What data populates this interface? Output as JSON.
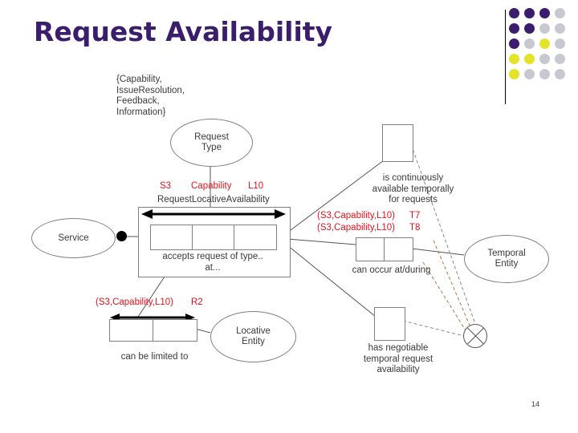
{
  "slide": {
    "title": "Request Availability",
    "page_number": "14",
    "accent_colors": {
      "title_purple": "#3b1d6e",
      "label_red": "#e1121c",
      "dot_yellow": "#e3e32a",
      "dot_purple": "#5b2a86",
      "dot_grey": "#c8c8d0",
      "dot_dark": "#3b1d6e"
    }
  },
  "dotgrid": {
    "name": "decorative-dot-grid",
    "rows": [
      [
        "#3b1d6e",
        "#3b1d6e",
        "#3b1d6e",
        "#c8c8d0"
      ],
      [
        "#3b1d6e",
        "#3b1d6e",
        "#c8c8d0",
        "#c8c8d0"
      ],
      [
        "#3b1d6e",
        "#c8c8d0",
        "#e3e32a",
        "#c8c8d0"
      ],
      [
        "#e3e32a",
        "#e3e32a",
        "#c8c8d0",
        "#c8c8d0"
      ],
      [
        "#e3e32a",
        "#c8c8d0",
        "#c8c8d0",
        "#c8c8d0"
      ]
    ]
  },
  "diagram": {
    "set_note": "{Capability,\nIssueResolution,\nFeedback,\nInformation}",
    "nodes": {
      "request_type": "Request\nType",
      "service": "Service",
      "temporal_entity": "Temporal\nEntity",
      "locative_entity": "Locative\nEntity"
    },
    "relations": {
      "main_name": "RequestLocativeAvailability",
      "main_s3": "S3",
      "main_capability": "Capability",
      "main_l10": "L10",
      "main_caption": "accepts request of type..\nat...",
      "r2_tag": "(S3,Capability,L10)",
      "r2_code": "R2",
      "r2_caption": "can be limited to",
      "t7_tag": "(S3,Capability,L10)",
      "t7_code": "T7",
      "t8_tag": "(S3,Capability,L10)",
      "t8_code": "T8",
      "t7_caption": "can occur at/during",
      "continuously_available": "is continuously\navailable temporally\nfor requests",
      "negotiable": "has negotiable\ntemporal request\navailability"
    }
  }
}
